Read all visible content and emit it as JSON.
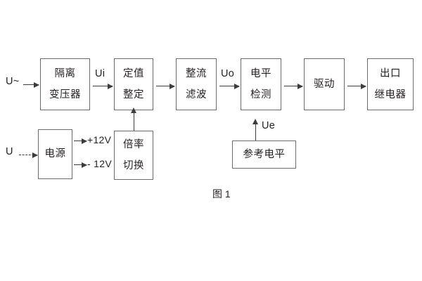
{
  "figure": {
    "caption": "图 1",
    "line_color": "#6b6b6b",
    "arrow_color": "#3c3c3c",
    "text_color": "#231f20",
    "background": "#ffffff"
  },
  "blocks": [
    {
      "id": "isolation-transformer",
      "lines": [
        "隔离",
        "变压器"
      ]
    },
    {
      "id": "setpoint-setting",
      "lines": [
        "定值",
        "整定"
      ]
    },
    {
      "id": "rectify-filter",
      "lines": [
        "整流",
        "滤波"
      ]
    },
    {
      "id": "level-detection",
      "lines": [
        "电平",
        "检测"
      ]
    },
    {
      "id": "drive",
      "lines": [
        "驱动"
      ]
    },
    {
      "id": "output-relay",
      "lines": [
        "出口",
        "继电器"
      ]
    },
    {
      "id": "power-supply",
      "lines": [
        "电源"
      ]
    },
    {
      "id": "multiplier-switch",
      "lines": [
        "倍率",
        "切换"
      ]
    },
    {
      "id": "reference-level",
      "lines": [
        "参考电平"
      ]
    }
  ],
  "signals": {
    "ac_input": "U~",
    "dc_input": "U",
    "ui": "Ui",
    "uo": "Uo",
    "ue": "Ue",
    "rail_positive": "+12V",
    "rail_negative": "- 12V"
  }
}
